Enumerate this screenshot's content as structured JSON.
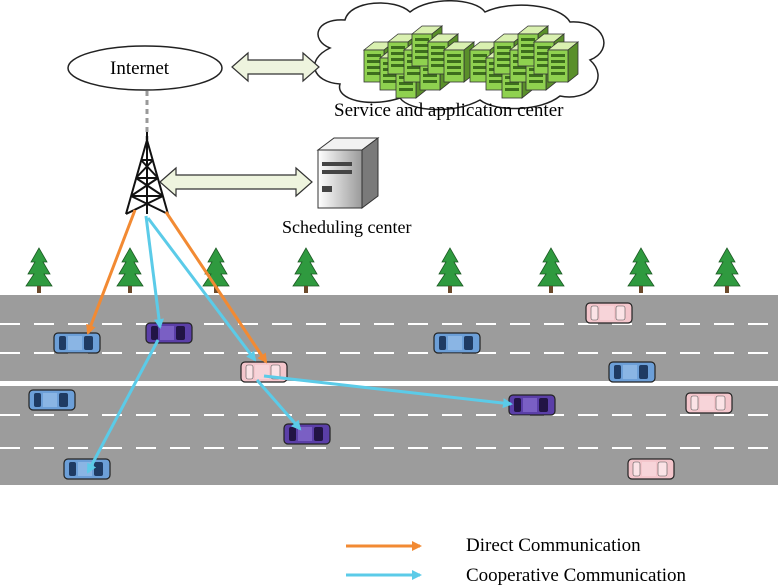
{
  "labels": {
    "internet": "Internet",
    "service_center": "Service and application center",
    "scheduling_center": "Scheduling center"
  },
  "legend": {
    "direct": "Direct Communication",
    "cooperative": "Cooperative Communication"
  },
  "colors": {
    "direct": "#f28a33",
    "cooperative": "#5bcbe8",
    "road": "#9c9c9c",
    "tree": "#2f9a3f",
    "car_blue": "#6c9fd8",
    "car_purple": "#5b3fa8",
    "car_pink": "#f4c6cc",
    "server_green": "#8fd14f",
    "arrow_fill": "#eef4de"
  },
  "icons": [
    "cloud-icon",
    "server-rack-icon",
    "cell-tower-icon",
    "scheduling-server-icon",
    "tree-icon",
    "car-icon",
    "double-arrow-icon"
  ]
}
